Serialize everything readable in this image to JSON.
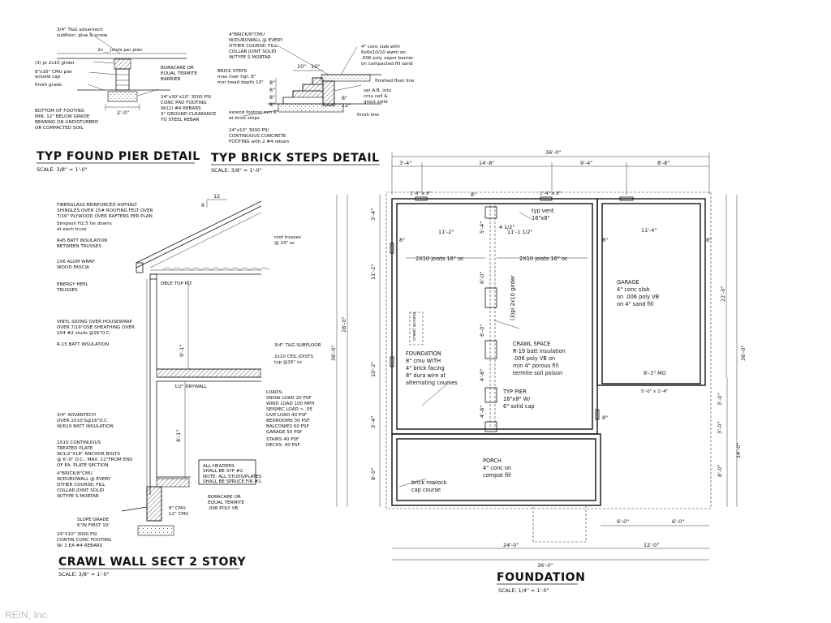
{
  "pier_detail": {
    "title": "TYP FOUND PIER DETAIL",
    "scale": "SCALE: 3/8\" = 1'-0\"",
    "notes": [
      "3/4\" T&G advantech",
      "subfloor, glue & screw",
      "2x __ joists per plan",
      "(3) pl 2x10 girder",
      "8\"x16\" CMU pier",
      "w/solid cap",
      "finish grade",
      "BORACARE OR",
      "EQUAL TERMITE",
      "BARRIER",
      "24\"x30\"x10\" 3500 PSI",
      "CONC PAD FOOTING",
      "W/(2) #4 REBARS",
      "3\" GROUND CLEARANCE",
      "TO STEEL REBAR",
      "BOTTOM OF FOOTING",
      "MIN. 12\" BELOW GRADE",
      "BEARING ON UNDISTURBED",
      "OR COMPACTED SOIL"
    ],
    "dims": [
      "2'-0\""
    ]
  },
  "steps_detail": {
    "title": "TYP BRICK STEPS DETAIL",
    "scale": "SCALE: 3/8\" = 1'-0\"",
    "notes": [
      "4\"BRICK/8\"CMU",
      "W/DUROWALL @ EVERY",
      "OTHER COURSE; FILL",
      "COLLAR JOINT SOLID",
      "W/TYPE S MORTAR",
      "BRICK STEPS",
      "max riser hgt. 8\"",
      "min tread depth 10\"",
      "4\" conc slab with",
      "6x6x10/10 wwm on",
      ".006 poly vapor barrier",
      "on compacted fill sand",
      "finished floor line",
      "set A.B. into",
      "cmu cell &",
      "grout solid",
      "extend footing min 8\"",
      "at brick steps",
      "finish line",
      "24\"x10\" 3000 PSI",
      "CONTINUOUS CONCRETE",
      "FOOTING with 2 #4 rebars"
    ],
    "dims": [
      "10\"",
      "10\"",
      "8\"",
      "8\"",
      "8\"",
      "8\"",
      "8\"",
      "12\""
    ]
  },
  "crawl_section": {
    "title": "CRAWL WALL SECT 2 STORY",
    "scale": "SCALE: 3/8\" = 1'-0\"",
    "pitch": "12",
    "pitch_rise": "6",
    "notes": [
      "FIBERGLASS REINFORCED ASPHALT",
      "SHINGLES OVER 15# ROOFING FELT OVER",
      "7/16\" PLYWOOD OVER RAFTERS PER PLAN",
      "Simpson H2.5 tie downs",
      "at each truss",
      "R45 BATT INSULATION",
      "BETWEEN TRUSSES",
      "1X6 ALUM WRAP",
      "WOOD FASCIA",
      "ENERGY HEEL",
      "TRUSSES",
      "roof trusses",
      "@ 24\" oc",
      "DBLE TOP PLT",
      "VINYL SIDING OVER HOUSEWRAP",
      "OVER 7/16\"OSB SHEATHING OVER",
      "2X4 #2 studs @16\"O.C.",
      "R-15 BATT INSULATION",
      "3/4\" T&G SUBFLOOR",
      "2x10 CEIL JOISTS",
      "typ @16\" oc",
      "1/2\" DRYWALL",
      "3/4\" ADVANTECH",
      "OVER 2X10'S@16\"O.C.",
      "W/R19 BATT INSULATION",
      "2X10 CONTINUOUS",
      "TREATED PLATE",
      "W/1/2\"X18\" ANCHOR BOLTS",
      "@ 6'-0\" O.C.; MAX. 12\"FROM END",
      "OF EA. PLATE SECTION",
      "4\"BRICK/8\"CMU",
      "W/DUROWALL @ EVERY",
      "OTHER COURSE; FILL",
      "COLLAR JOINT SOLID",
      "W/TYPE S MORTAR",
      "SLOPE GRADE",
      "6\"IN FIRST 10'",
      "24\"X10\" 3000 PSI",
      "CONTIN CONC FOOTING",
      "W/ 2 EA #4 REBARS",
      "BORACARE OR",
      "EQUAL TERMITE",
      ".006 POLY VB.",
      "8\" CMU",
      "12\" CMU"
    ],
    "loads": [
      "LOADS:",
      "SNOW LOAD 20 PSF",
      "WIND LOAD 100 MPH",
      "SEISMIC LOAD > .05",
      "LIVE LOAD 40 PSF",
      "BEDROOMS 30 PSF",
      "BALCONIES 60 PSF",
      "GARAGE 50 PSF",
      "STAIRS 40 PSF",
      "DECKS: 40 PSF"
    ],
    "box_notes": [
      "ALL HEADERS",
      "SHALL BE SYP #2.",
      "NOTE: ALL STUDS/PLATES",
      "SHALL BE SPRUCE FIR #2."
    ],
    "dims": [
      "9'-1\"",
      "8'-1\""
    ]
  },
  "foundation": {
    "title": "FOUNDATION",
    "scale": "SCALE: 1/4\" = 1'-0\"",
    "top_dims": [
      "36'-0\"",
      "3'-4\"",
      "14'-8\"",
      "9'-4\"",
      "8'-8\""
    ],
    "bottom_dims": [
      "6'-0\"",
      "6'-0\"",
      "24'-0\"",
      "12'-0\"",
      "36'-0\""
    ],
    "left_dims": [
      "3'-4\"",
      "11'-2\"",
      "10'-2\"",
      "3'-4\"",
      "8'-0\"",
      "28'-0\"",
      "36'-0\""
    ],
    "right_dims": [
      "22'-0\"",
      "36'-0\"",
      "3'-0\"",
      "3'-0\"",
      "8'-0\"",
      "14'-0\""
    ],
    "interior_dims": [
      "11'-2\"",
      "11'-1 1/2\"",
      "4 1/2\"",
      "5'-4\"",
      "6'-0\"",
      "6'-0\"",
      "4'-8\"",
      "4'-8\"",
      "11'-4\"",
      "8'-3\" MO",
      "5'-0\" x 1'-4\"",
      "8\"",
      "8\"",
      "8\"",
      "8\"",
      "8\"",
      "1'-4\" x 8\"",
      "1'-4\" x 8\""
    ],
    "labels": {
      "joists_left": "2X10 joists 16\" oc",
      "joists_right": "2X10 joists 16\" oc",
      "girder": "(3)pl 2x10 girder",
      "crawl_access": "crawl access",
      "typ_vent_1": "typ vent",
      "typ_vent_2": "16\"x8\"",
      "foundation_1": "FOUNDATION",
      "foundation_2": "8\" cmu WITH",
      "foundation_3": "4\" brick facing",
      "foundation_4": "8\" dura wire at",
      "foundation_5": "alternating courses",
      "crawl_1": "CRAWL SPACE",
      "crawl_2": "R-19 batt insulation",
      "crawl_3": ".006 poly VB on",
      "crawl_4": "min 4\" porous fill",
      "crawl_5": "termite soil poison",
      "pier_1": "TYP PIER",
      "pier_2": "16\"x8\" W/",
      "pier_3": "6\" solid cap",
      "garage_1": "GARAGE",
      "garage_2": "4\" conc slab",
      "garage_3": "on .006 poly VB",
      "garage_4": "on 4\" sand fill",
      "porch_1": "PORCH",
      "porch_2": "4\" conc on",
      "porch_3": "compat fill",
      "rowlock_1": "brick rowlock",
      "rowlock_2": "cap course"
    }
  },
  "watermark": "REIN, Inc."
}
